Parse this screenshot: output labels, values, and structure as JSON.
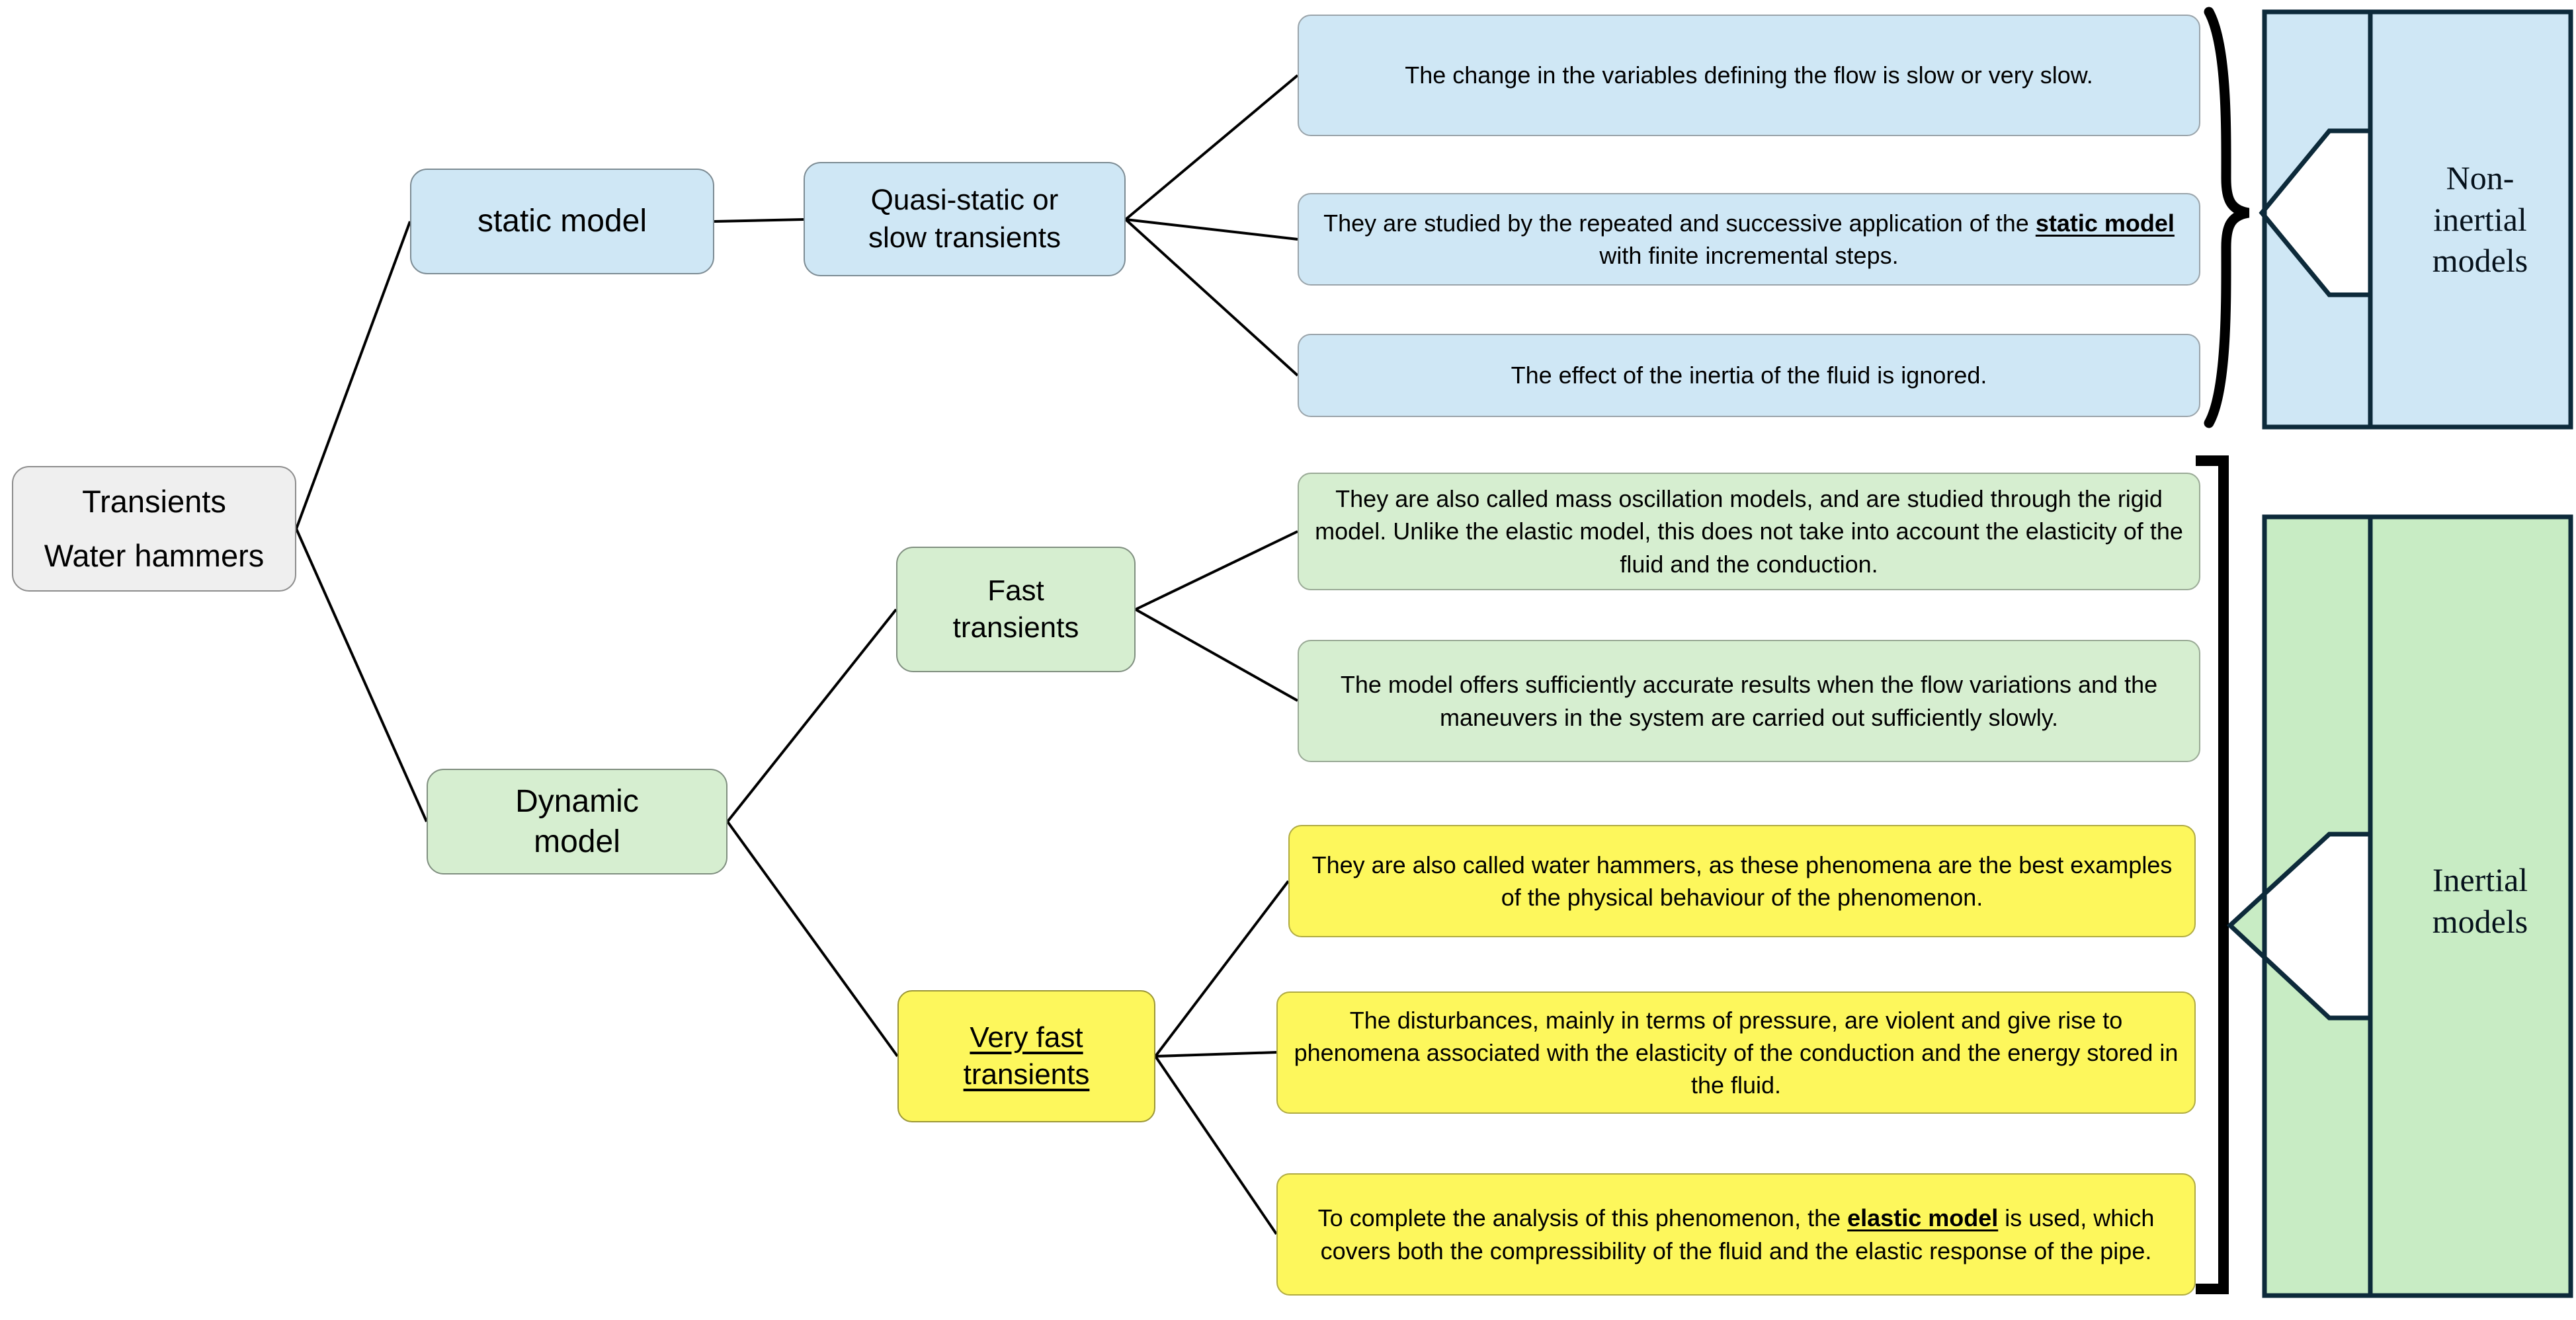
{
  "diagram": {
    "title": "Transients / Water hammers classification",
    "colors": {
      "blue_fill": "#cfe7f5",
      "green_fill": "#d6eed0",
      "yellow_fill": "#fdf75c",
      "grey_fill": "#efefef",
      "summary_stroke": "#0d2a3a",
      "edge_stroke": "#000000"
    },
    "root": {
      "line1": "Transients",
      "line2": "Water hammers"
    },
    "branches": {
      "static": {
        "label": "static model",
        "child": {
          "label_line1": "Quasi-static or",
          "label_line2": "slow transients",
          "details": [
            "The change in the variables defining the flow is slow or very slow.",
            "They are studied by the repeated and successive application of the static model with finite incremental steps.",
            "The effect of the inertia of the fluid is ignored."
          ],
          "detail2_parts": {
            "before": "They are studied by the repeated and successive application of the ",
            "emphasis": "static model",
            "after": " with finite incremental steps."
          }
        }
      },
      "dynamic": {
        "label_line1": "Dynamic",
        "label_line2": "model",
        "children": [
          {
            "label_line1": "Fast",
            "label_line2": "transients",
            "details": [
              "They are also called mass oscillation models, and are studied through the rigid model. Unlike the elastic model, this does not take into account the elasticity of the fluid and the conduction.",
              "The model offers sufficiently accurate results when the flow variations and the maneuvers in the system are carried out sufficiently slowly."
            ]
          },
          {
            "label_line1": "Very fast",
            "label_line2": "transients",
            "details": [
              "They are also called water hammers, as these phenomena are the best examples of the physical behaviour of the phenomenon.",
              "The disturbances, mainly in terms of pressure, are violent and give rise to phenomena associated with the elasticity of the conduction and the energy stored in the fluid.",
              "To complete the analysis of this phenomenon, the elastic model is used, which covers both the compressibility of the fluid and the elastic response of the pipe."
            ],
            "detail3_parts": {
              "before": "To complete the analysis of this phenomenon, the ",
              "emphasis": "elastic model",
              "after": " is used, which covers both the compressibility of the fluid and the elastic response of the pipe."
            }
          }
        ]
      }
    },
    "summary": {
      "non_inertial": {
        "line1": "Non-",
        "line2": "inertial",
        "line3": "models"
      },
      "inertial": {
        "line1": "Inertial",
        "line2": "models"
      }
    }
  }
}
